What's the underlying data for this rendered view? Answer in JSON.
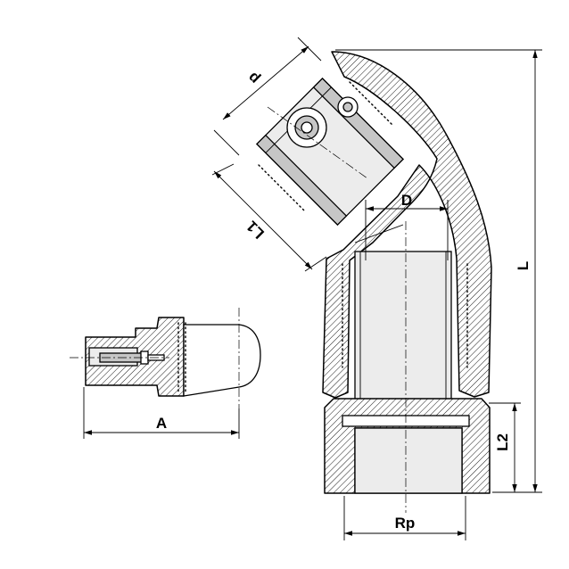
{
  "labels": {
    "d": "d",
    "L1": "L1",
    "D": "D",
    "L": "L",
    "L2": "L2",
    "Rp": "Rp",
    "A": "A"
  }
}
